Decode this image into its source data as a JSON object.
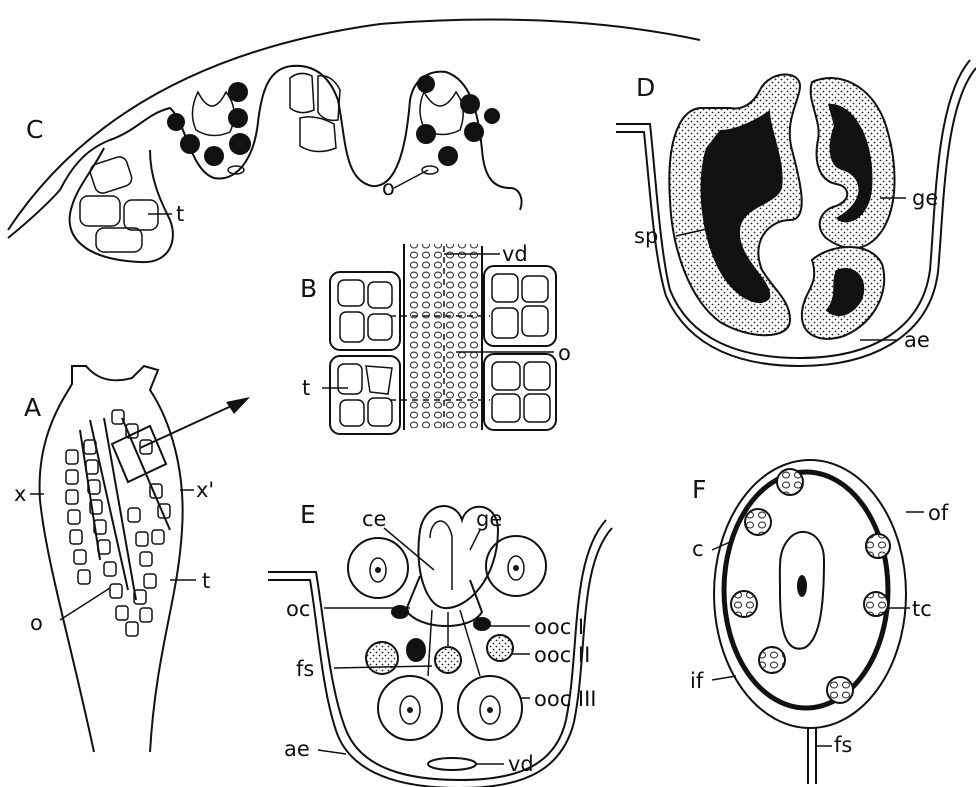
{
  "panels": {
    "A": {
      "letter": "A",
      "labels": {
        "x": "x",
        "x_prime": "x'",
        "t": "t",
        "o": "o"
      }
    },
    "B": {
      "letter": "B",
      "labels": {
        "vd": "vd",
        "o": "o",
        "t": "t"
      }
    },
    "C": {
      "letter": "C",
      "labels": {
        "o": "o",
        "t": "t"
      }
    },
    "D": {
      "letter": "D",
      "labels": {
        "sp": "sp",
        "ge": "ge",
        "ae": "ae"
      }
    },
    "E": {
      "letter": "E",
      "labels": {
        "ce": "ce",
        "ge": "ge",
        "oc": "oc",
        "ooc1": "ooc I",
        "ooc2": "ooc II",
        "fs": "fs",
        "ooc3": "ooc III",
        "ae": "ae",
        "vd": "vd"
      }
    },
    "F": {
      "letter": "F",
      "labels": {
        "c": "c",
        "of": "of",
        "tc": "tc",
        "if": "if",
        "fs": "fs"
      }
    }
  }
}
